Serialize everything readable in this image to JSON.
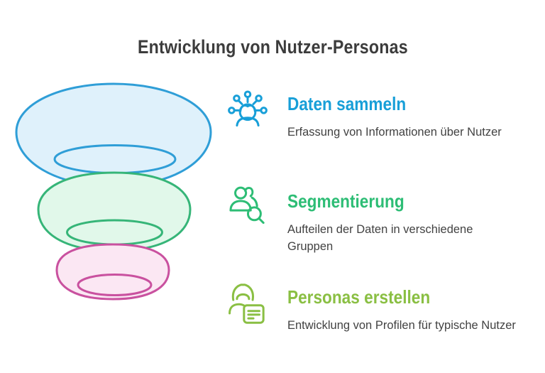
{
  "title": "Entwicklung von Nutzer-Personas",
  "colors": {
    "title_text": "#3c3c3c",
    "body_text": "#424242",
    "background": "#ffffff"
  },
  "steps": [
    {
      "heading": "Daten sammeln",
      "description": "Erfassung von Informationen über Nutzer",
      "accent": "#189fd8",
      "icon": "person-data-network-icon"
    },
    {
      "heading": "Segmentierung",
      "description": "Aufteilen der Daten in verschiedene Gruppen",
      "accent": "#2dbd75",
      "icon": "user-group-magnifier-icon"
    },
    {
      "heading": "Personas erstellen",
      "description": "Entwicklung von Profilen für typische Nutzer",
      "accent": "#8abf43",
      "icon": "person-profile-document-icon"
    }
  ],
  "funnel": {
    "levels": [
      {
        "label": "top-level",
        "stroke": "#2f9ed7",
        "fill": "#dff1fb"
      },
      {
        "label": "middle-level",
        "stroke": "#36b578",
        "fill": "#e1f8ea"
      },
      {
        "label": "bottom-level",
        "stroke": "#c9519f",
        "fill": "#fbe7f3"
      }
    ]
  }
}
